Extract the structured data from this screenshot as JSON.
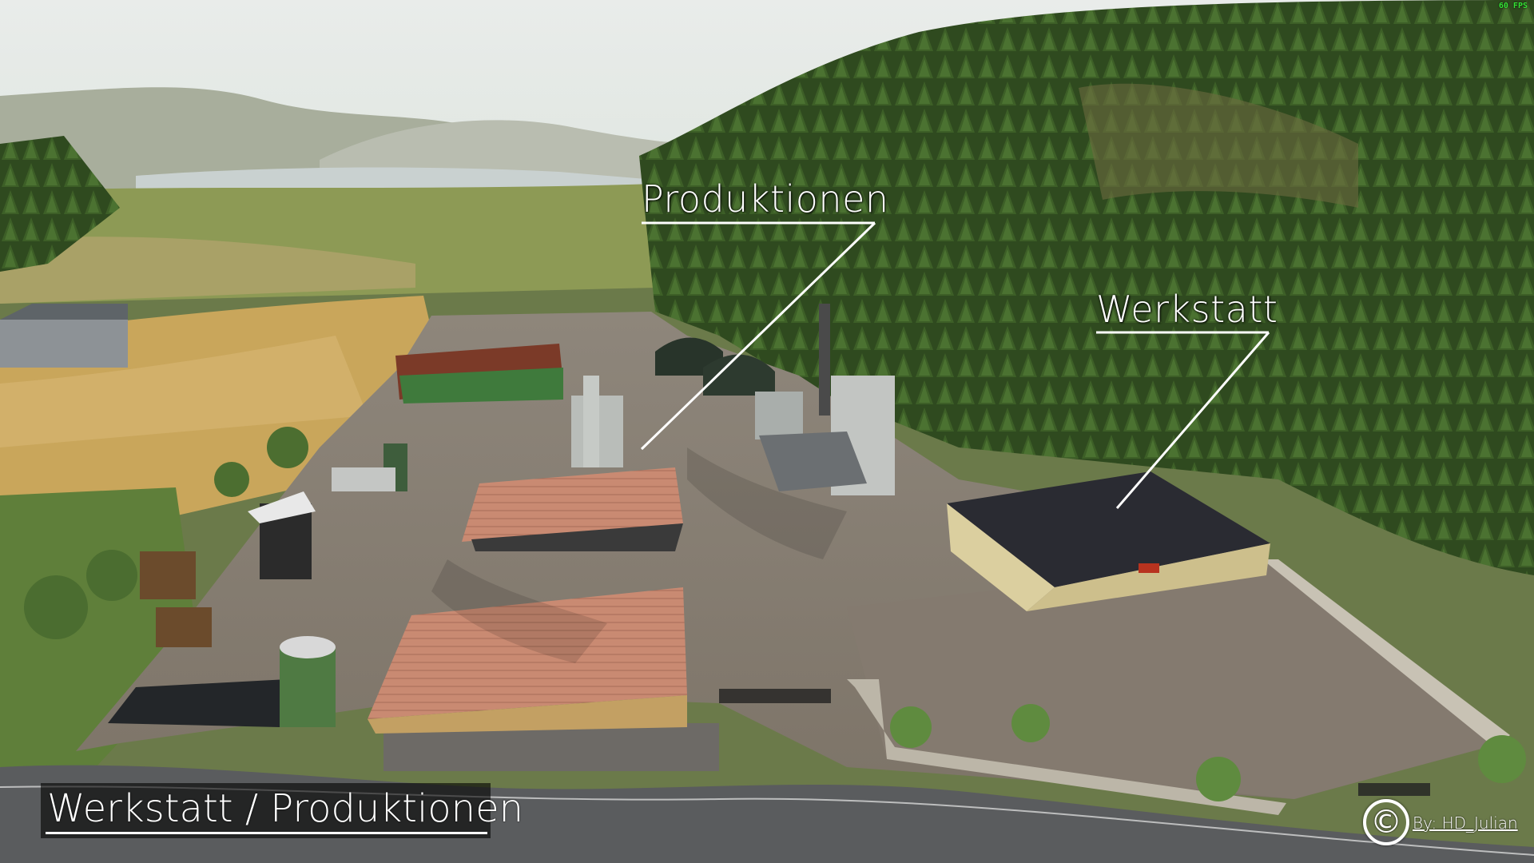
{
  "hud": {
    "fps": "60 FPS"
  },
  "annotations": {
    "produktionen": "Produktionen",
    "werkstatt": "Werkstatt"
  },
  "caption": {
    "title": "Werkstatt / Produktionen"
  },
  "credit": {
    "copyright_symbol": "©",
    "author": "By: HD_Julian"
  },
  "colors": {
    "label_text": "#ffffff",
    "fps_text": "#34e234",
    "caption_bg": "#000000"
  }
}
